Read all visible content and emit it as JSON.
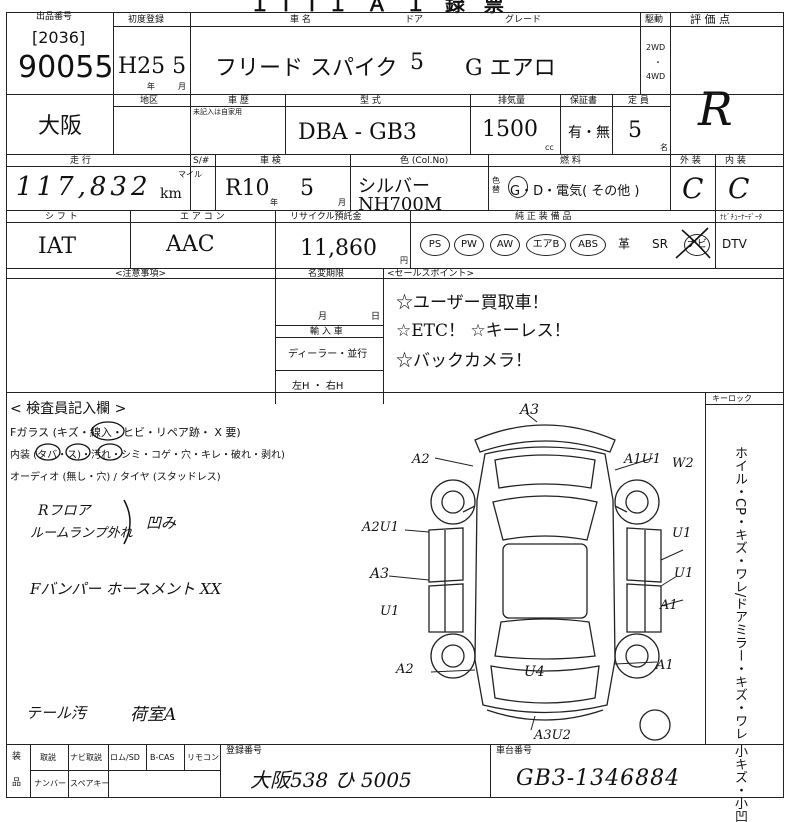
{
  "header": {
    "top_title": "ＩＴＴＩ    Ａ  Ｉ  録  票",
    "exhibit_label": "出品番号",
    "lot_sub": "[2036]",
    "lot_no": "90055",
    "first_reg_label": "初度登録",
    "first_reg_value": "H25  5",
    "year_mark": "年",
    "month_mark": "月",
    "car_name_label": "車    名",
    "car_name_value": "フリード スパイク",
    "door_label": "ドア",
    "door_value": "5",
    "grade_label": "グレード",
    "grade_value": "G エアロ",
    "drive_label": "駆動",
    "drive_2wd": "2WD",
    "drive_4wd": "4WD",
    "score_label": "評 価 点",
    "score_value": "R"
  },
  "row2": {
    "area_label": "地区",
    "area_value": "大阪",
    "history_label": "車 歴",
    "history_note": "未記入は自家用",
    "model_label": "型  式",
    "model_value": "DBA  - GB3",
    "cc_label": "排気量",
    "cc_value": "1500",
    "cc_unit": "cc",
    "warranty_label": "保証書",
    "warranty_value": "有・無",
    "capacity_label": "定 員",
    "capacity_value": "5",
    "capacity_unit": "名"
  },
  "row3": {
    "mileage_label": "走    行",
    "s_label": "S/#",
    "mileage_value": "117,832",
    "mileage_unit_mile": "マイル",
    "mileage_unit_km": "km",
    "inspect_label": "車 検",
    "inspect_value": "R10",
    "inspect_month": "5",
    "color_label": "色 (Col.No)",
    "color_value": "シルバー NH700M",
    "color_change": "色替",
    "fuel_label": "燃    料",
    "fuel_value": "G・D・電気(   その他   )",
    "ext_label": "外 装",
    "ext_value": "C",
    "int_label": "内 装",
    "int_value": "C"
  },
  "row4": {
    "shift_label": "シ フ ト",
    "shift_value": "IAT",
    "ac_label": "エ ア コ ン",
    "ac_value": "AAC",
    "recycle_label": "リサイクル預託金",
    "recycle_value": "11,860",
    "recycle_unit": "円",
    "equip_label": "純 正 装 備 品",
    "equip_items": [
      "PS",
      "PW",
      "AW",
      "エアB",
      "ABS",
      "革",
      "SR",
      "ナビ",
      "DTV"
    ],
    "tv_label": "ﾅﾋﾞﾁｭｰﾅｰﾃﾞｰﾀ"
  },
  "row5": {
    "notes_label": "<注意事項>",
    "meigi_label": "名変期限",
    "month_mark": "月",
    "day_mark": "日",
    "import_label": "輸 入 車",
    "dealer_label": "ディーラー・並行",
    "handle_label": "左H ・ 右H",
    "sales_label": "<セールスポイント>",
    "sales_points": [
      "☆ユーザー買取車！",
      "☆ETC！ ☆キーレス！",
      "☆バックカメラ！"
    ]
  },
  "inspection": {
    "title": "< 検査員記入欄 >",
    "glass_line": "Fガラス (キズ・線入・ヒビ・リペア跡・ X 要)",
    "interior_line": "内装 (タバ・ス)・汚れ・シミ・コゲ・穴・キレ・破れ・剥れ)",
    "audio_line": "オーディオ (無し・穴) / タイヤ (スタッドレス)",
    "hand_note1": "Rフロア",
    "hand_note2": "ルームランプ外れ",
    "hand_note3": "凹み",
    "hand_note4": "Fバンパー ホースメント XX",
    "hand_note5": "テール汚",
    "hand_note6": "荷室A",
    "keyless_label": "キーロック",
    "side_label": "ホイル・CP・キズ・ワレ/ドアミラー・キズ・ワレ 小キズ・小凹",
    "diagram_marks": [
      "A3",
      "A2",
      "A1U1",
      "W2",
      "A2U1",
      "U1",
      "A3",
      "U1",
      "A1",
      "U1",
      "A2",
      "A1",
      "U4",
      "A3U2"
    ]
  },
  "footer": {
    "cols_label_a": "装",
    "cols_label_b": "品",
    "items_row1": [
      "取説",
      "ナビ取説",
      "ロム/SD",
      "B-CAS",
      "リモコン"
    ],
    "items_row2": [
      "ナンバー",
      "スペアキー"
    ],
    "plate_label": "登録番号",
    "plate_value": "大阪538 ひ 5005",
    "chassis_label": "車台番号",
    "chassis_value": "GB3-1346884"
  }
}
